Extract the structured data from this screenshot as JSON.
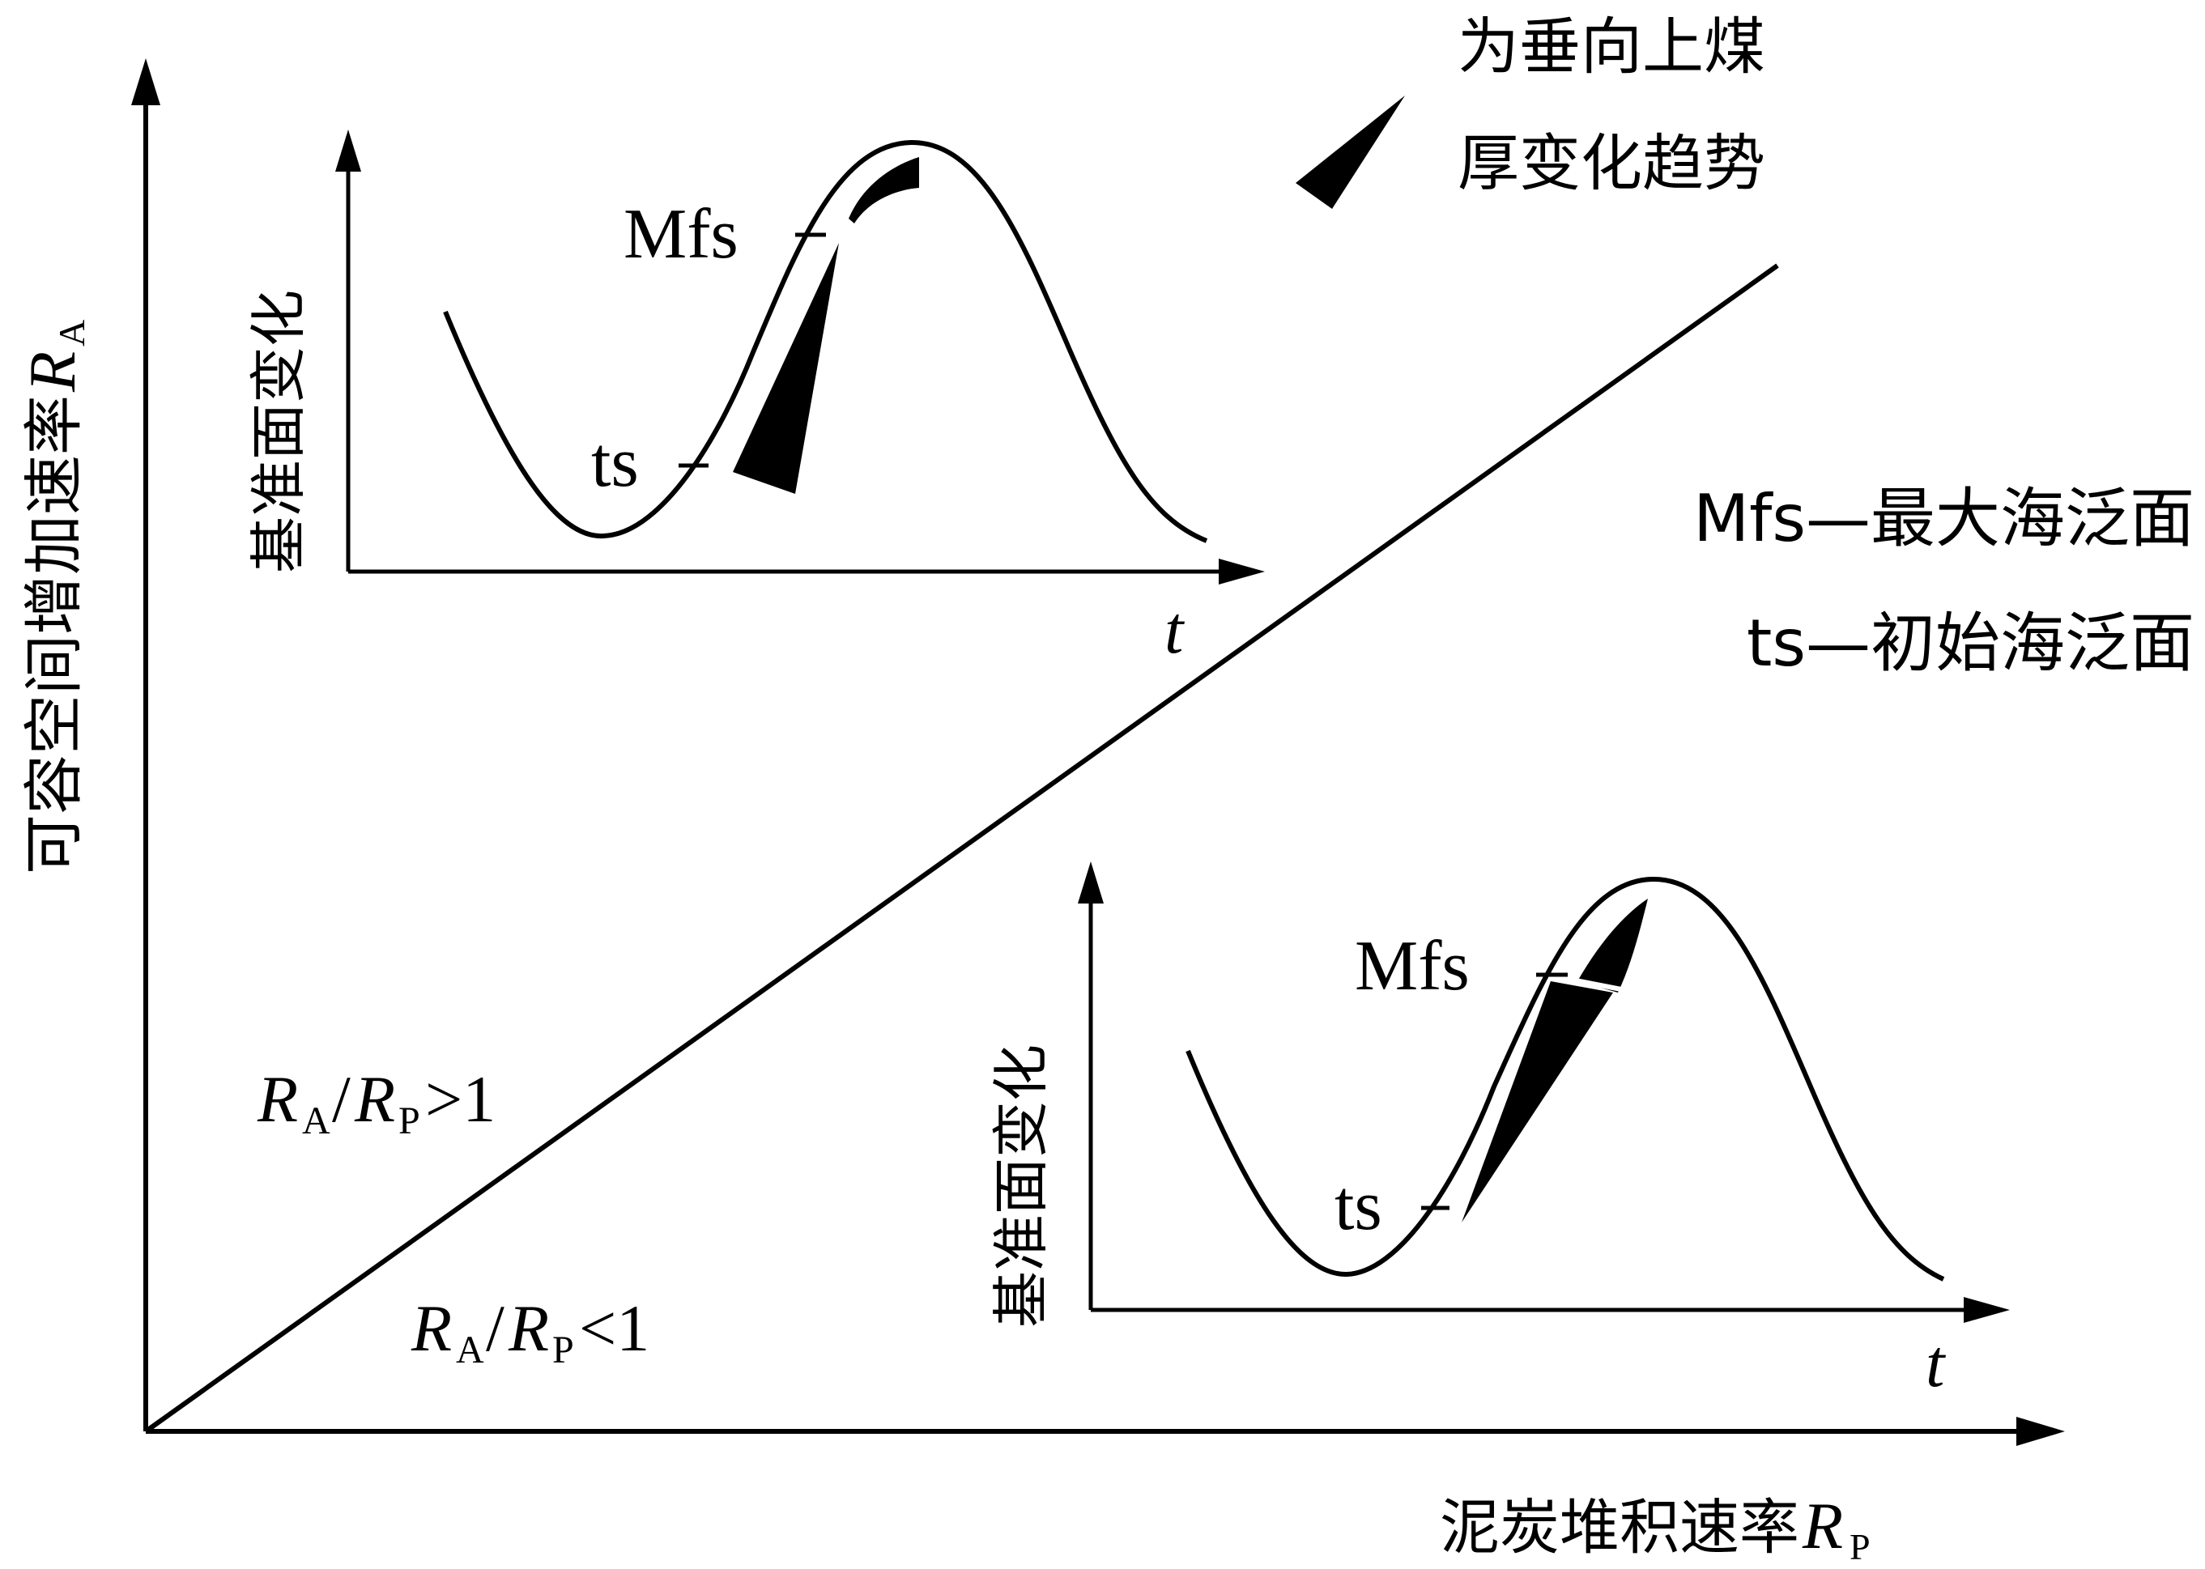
{
  "main": {
    "y_label_cn": "可容空间增加速率",
    "y_label_var": "R",
    "y_label_sub": "A",
    "x_label_cn": "泥炭堆积速率",
    "x_label_var": "R",
    "x_label_sub": "P",
    "region_upper": {
      "ra": "R",
      "ra_sub": "A",
      "slash": "/",
      "rp": "R",
      "rp_sub": "P",
      "rel": ">1"
    },
    "region_lower": {
      "ra": "R",
      "ra_sub": "A",
      "slash": "/",
      "rp": "R",
      "rp_sub": "P",
      "rel": "<1"
    }
  },
  "legend": {
    "wedge_line1": "为垂向上煤",
    "wedge_line2": "厚变化趋势",
    "mfs_line": "Mfs—最大海泛面",
    "ts_line": "ts—初始海泛面"
  },
  "inset_top": {
    "y_label": "基准面变化",
    "x_label": "t",
    "mfs_label": "Mfs",
    "ts_label": "ts"
  },
  "inset_bottom": {
    "y_label": "基准面变化",
    "x_label": "t",
    "mfs_label": "Mfs",
    "ts_label": "ts"
  },
  "colors": {
    "ink": "#000000",
    "background": "#ffffff"
  }
}
